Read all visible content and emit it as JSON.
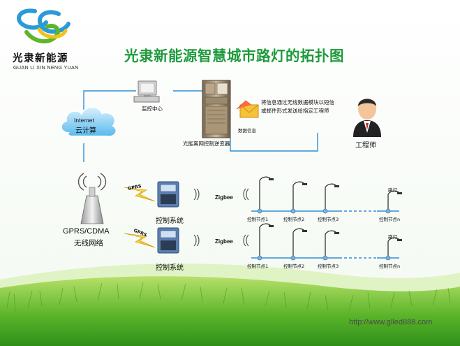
{
  "logo": {
    "name": "光隶新能源",
    "subtitle": "GUAN LI XIN NENG YUAN"
  },
  "title": "光隶新能源智慧城市路灯的拓扑图",
  "nodes": {
    "cloud_line1": "Internet",
    "cloud_line2": "云计算",
    "monitor_center": "监控中心",
    "inverter": "光能离网控制逆变器",
    "data_info": "数据信息",
    "message_line1": "将信息通过无线数据模块以短信",
    "message_line2": "或邮件形式发送给指定工程师",
    "engineer": "工程师",
    "tower_line1": "GPRS/CDMA",
    "tower_line2": "无线网络"
  },
  "groups": [
    {
      "gprs": "GPRS",
      "control_system": "控制系统",
      "zigbee": "Zigbee",
      "nodes": [
        "控制节点1",
        "控制节点2",
        "控制节点3",
        "控制节点n"
      ],
      "lamp": "路灯"
    },
    {
      "gprs": "GPRS",
      "control_system": "控制系统",
      "zigbee": "Zigbee",
      "nodes": [
        "控制节点1",
        "控制节点2",
        "控制节点3",
        "控制节点n"
      ],
      "lamp": "路灯"
    }
  ],
  "footer_url": "http://www.glled888.com",
  "colors": {
    "title": "#1e9a3c",
    "grass": "#5fb82a",
    "line": "#2f8fd6",
    "cloud": "#4ab0e8"
  }
}
